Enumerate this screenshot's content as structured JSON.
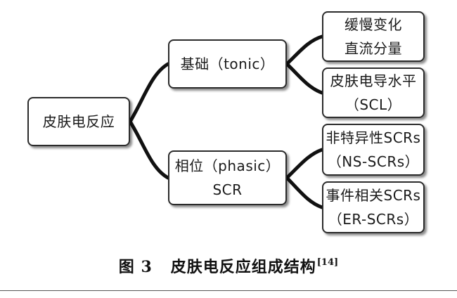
{
  "diagram": {
    "root": {
      "label": "皮肤电反应"
    },
    "tonic": {
      "line1": "基础（tonic）"
    },
    "phasic": {
      "line1": "相位（phasic）",
      "line2": "SCR"
    },
    "slow": {
      "line1": "缓慢变化",
      "line2": "直流分量"
    },
    "scl": {
      "line1": "皮肤电导水平",
      "line2": "（SCL）"
    },
    "ns": {
      "line1": "非特异性SCRs",
      "line2": "（NS-SCRs）"
    },
    "er": {
      "line1": "事件相关SCRs",
      "line2": "（ER-SCRs）"
    }
  },
  "caption": {
    "number": "图 3",
    "title": "皮肤电反应组成结构",
    "ref": "[14]"
  }
}
